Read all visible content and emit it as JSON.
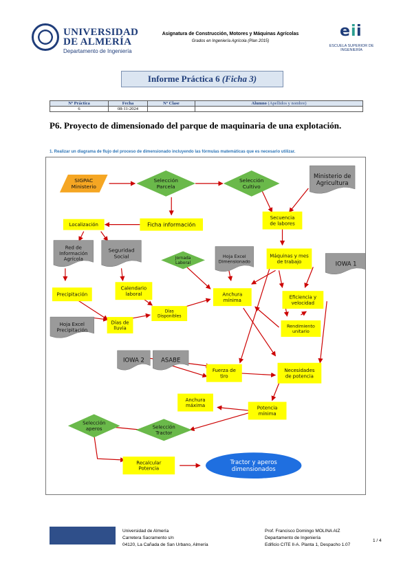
{
  "header": {
    "university": "UNIVERSIDAD DE ALMERÍA",
    "university_line1": "UNIVERSIDAD",
    "university_line2": "DE ALMERÍA",
    "department": "Departamento de Ingeniería",
    "subject": "Asignatura de Construcción, Motores y Máquinas Agrícolas",
    "degree": "Grados en Ingeniería Agrícola (Plan 2015)",
    "eii_text": "ESCUELA SUPERIOR DE INGENIERÍA"
  },
  "report": {
    "title": "Informe Práctica 6",
    "title_italic": "(Ficha 3)"
  },
  "meta_table": {
    "col_practica": "Nº Práctica",
    "col_fecha": "Fecha",
    "col_clase": "Nº Clase",
    "col_alumno": "Alumno",
    "col_alumno_note": "(Apellidos y nombre)",
    "practica": "6",
    "fecha": "08-11-2024",
    "clase": "",
    "alumno": ""
  },
  "section": {
    "heading": "P6. Proyecto de dimensionado del parque de maquinaria de una explotación.",
    "question": "1. Realizar un diagrama de flujo del proceso de dimensionado incluyendo las fórmulas matemáticas que es necesario utilizar."
  },
  "diagram": {
    "nodes": {
      "sigpac": [
        "SIGPAC",
        "Ministerio"
      ],
      "sel_parcela": [
        "Selección",
        "Parcela"
      ],
      "sel_cultivo": [
        "Selección",
        "Cultivo"
      ],
      "ministerio": [
        "Ministerio de",
        "Agricultura"
      ],
      "localizacion": [
        "Localización"
      ],
      "ficha": [
        "Ficha información"
      ],
      "secuencia": [
        "Secuencia",
        "de labores"
      ],
      "red_info": [
        "Red de",
        "Información",
        "Agrícola"
      ],
      "seguridad": [
        "Seguridad",
        "Social"
      ],
      "jornada": [
        "Jornada",
        "Laboral"
      ],
      "hoja_dim": [
        "Hoja Excel",
        "Dimensionado"
      ],
      "maquinas": [
        "Máquinas y mes",
        "de trabajo"
      ],
      "iowa1": [
        "IOWA 1"
      ],
      "precipitacion": [
        "Precipitación"
      ],
      "calendario": [
        "Calendario",
        "laboral"
      ],
      "anchura_min": [
        "Anchura",
        "mínima"
      ],
      "eficiencia": [
        "Eficiencia y",
        "velocidad"
      ],
      "dias_disp": [
        "Días",
        "Disponibles"
      ],
      "rendimiento": [
        "Rendimiento",
        "unitario"
      ],
      "hoja_prec": [
        "Hoja Excel",
        "Precipitación"
      ],
      "dias_lluvia": [
        "Días de",
        "lluvia"
      ],
      "iowa2": [
        "IOWA 2"
      ],
      "asabe": [
        "ASABE"
      ],
      "fuerza": [
        "Fuerza de",
        "tiro"
      ],
      "necesidades": [
        "Necesidades",
        "de potencia"
      ],
      "anchura_max": [
        "Anchura",
        "máxima"
      ],
      "potencia_min": [
        "Potencia",
        "mínima"
      ],
      "sel_aperos": [
        "Selección",
        "aperos"
      ],
      "sel_tractor": [
        "Selección",
        "Tractor"
      ],
      "recalcular": [
        "Recalcular",
        "Potencia"
      ],
      "tractor_final": [
        "Tractor y aperos",
        "dimensionados"
      ]
    },
    "colors": {
      "yellow": "#ffff00",
      "green": "#6ab94a",
      "gray": "#9a9a9a",
      "orange": "#f5a623",
      "blue": "#1f6fe0",
      "arrow": "#cc0000"
    }
  },
  "footer": {
    "left_line1": "Universidad de Almería",
    "left_line2": "Carretera Sacramento s/n",
    "left_line3": "04120, La Cañada de San Urbano, Almería",
    "right_line1": "Prof. Francisco Domingo MOLINA AIZ",
    "right_line2": "Departamento de Ingeniería",
    "right_line3": "Edificio CITE II-A. Planta 1, Despacho 1.07",
    "page": "1 / 4"
  }
}
